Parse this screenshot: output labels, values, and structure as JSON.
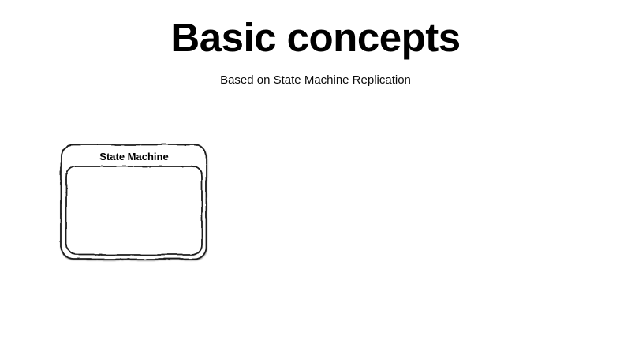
{
  "slide": {
    "title": "Basic concepts",
    "subtitle": "Based on State Machine Replication",
    "background_color": "#ffffff",
    "text_color": "#000000"
  },
  "diagram": {
    "state_machine": {
      "label": "State Machine"
    },
    "stroke_color": "#1a1a1a",
    "fill_color": "#ffffff"
  }
}
